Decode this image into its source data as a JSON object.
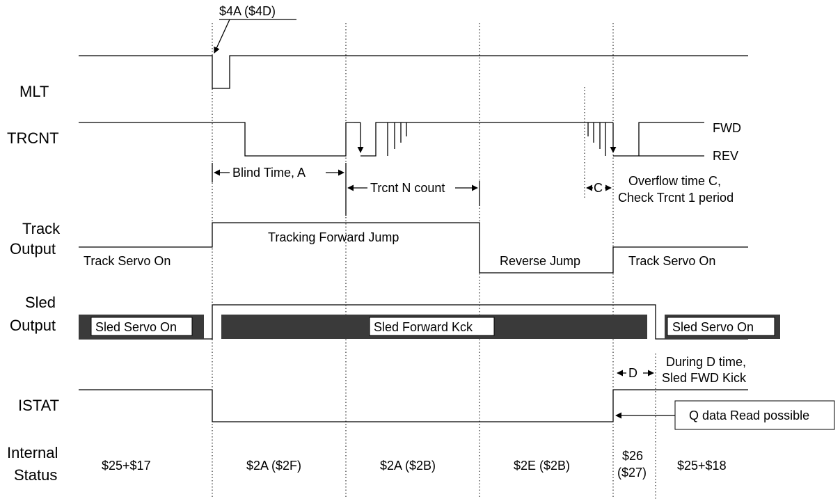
{
  "signals": {
    "mlt": "MLT",
    "trcnt": "TRCNT",
    "track_1": "Track",
    "track_2": "Output",
    "sled_1": "Sled",
    "sled_2": "Output",
    "istat": "ISTAT",
    "internal_1": "Internal",
    "internal_2": "Status"
  },
  "annotations": {
    "cmd": "$4A ($4D)",
    "fwd": "FWD",
    "rev": "REV",
    "blind_time": "Blind Time, A",
    "trcnt_n": "Trcnt N count",
    "c": "C",
    "overflow_1": "Overflow time C,",
    "overflow_2": "Check Trcnt 1 period",
    "d": "D",
    "during_1": "During D time,",
    "during_2": "Sled FWD Kick",
    "qdata": "Q data Read possible"
  },
  "track": {
    "servo_on_left": "Track Servo On",
    "forward_jump": "Tracking Forward Jump",
    "reverse_jump": "Reverse Jump",
    "servo_on_right": "Track Servo On"
  },
  "sled": {
    "servo_on_left": "Sled Servo On",
    "forward_kick": "Sled Forward  Kck",
    "servo_on_right": "Sled Servo On"
  },
  "status": {
    "s1": "$25+$17",
    "s2": "$2A ($2F)",
    "s3": "$2A ($2B)",
    "s4": "$2E ($2B)",
    "s5a": "$26",
    "s5b": "($27)",
    "s6": "$25+$18"
  }
}
